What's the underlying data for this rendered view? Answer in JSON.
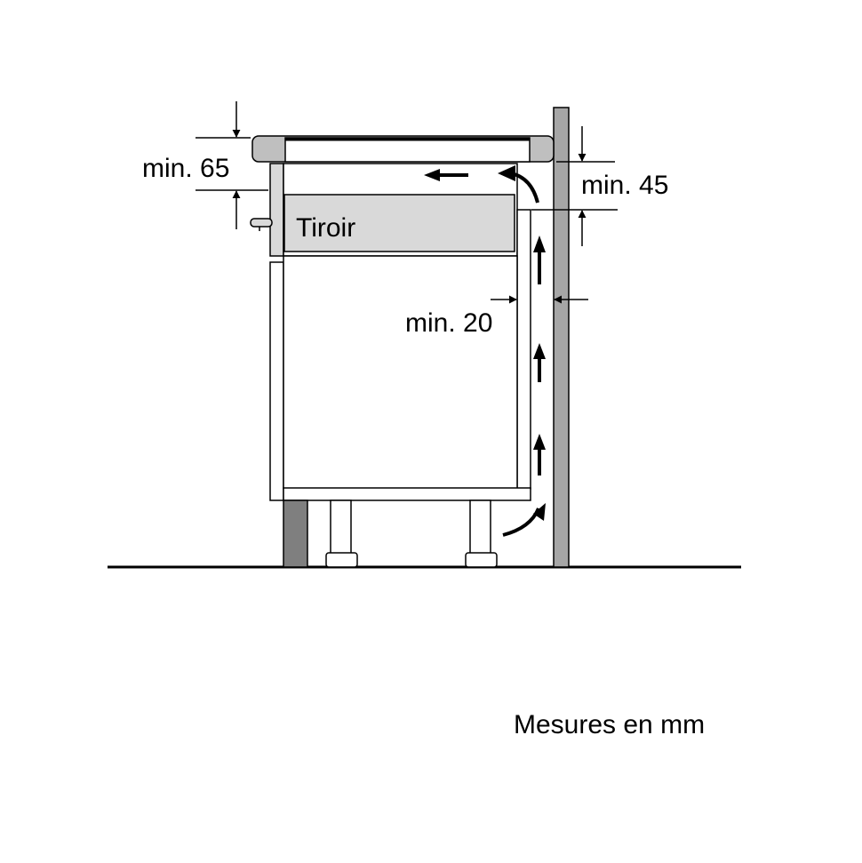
{
  "labels": {
    "drawer": "Tiroir",
    "clearance_top": "min. 65",
    "clearance_wall": "min. 45",
    "clearance_back": "min. 20",
    "units_note": "Mesures en mm"
  },
  "colors": {
    "line": "#000000",
    "panel": "#d9d9d9",
    "wall": "#a6a6a6",
    "plinth": "#7f7f7f",
    "hob": "#bfbfbf"
  },
  "icons": {
    "airflow": "airflow-arrow-icon",
    "dimension": "dimension-arrow-icon"
  }
}
